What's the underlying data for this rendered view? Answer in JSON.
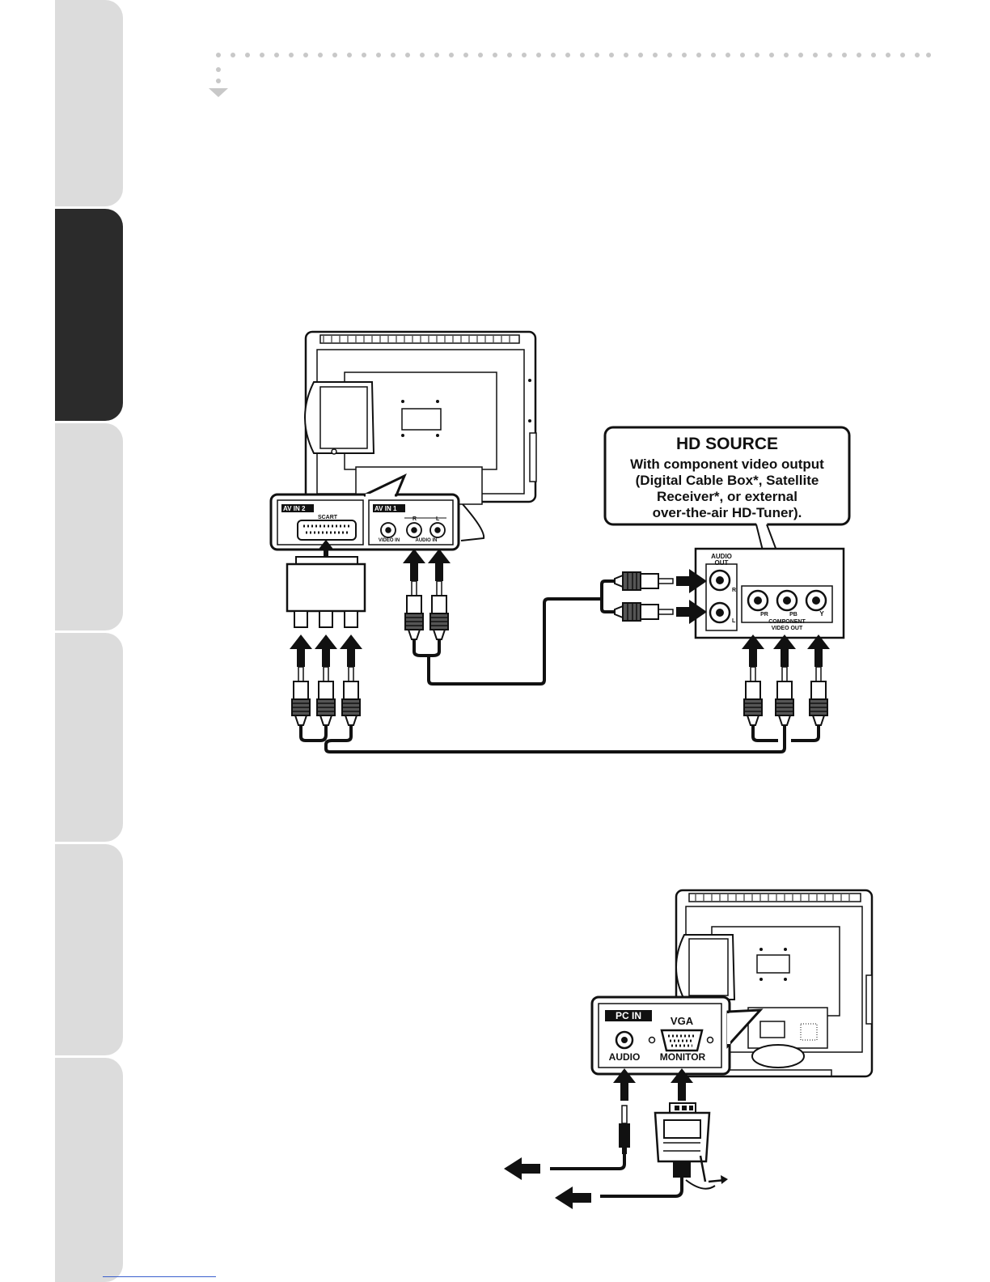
{
  "hd_source": {
    "title": "HD SOURCE",
    "line1": "With component video output",
    "line2": "(Digital Cable Box*, Satellite",
    "line3": "Receiver*, or external",
    "line4": "over-the-air HD-Tuner)."
  },
  "av_panel": {
    "av_in2": "AV IN 2",
    "scart": "SCART",
    "av_in1": "AV IN 1",
    "r": "R",
    "l": "L",
    "video_in": "VIDEO IN",
    "audio_in": "AUDIO IN"
  },
  "source_panel": {
    "audio_out_1": "AUDIO",
    "audio_out_2": "OUT",
    "r": "R",
    "l": "L",
    "pr": "PR",
    "pb": "PB",
    "y": "Y",
    "component_1": "COMPONENT",
    "component_2": "VIDEO OUT"
  },
  "pc_panel": {
    "pc_in": "PC IN",
    "vga": "VGA",
    "audio": "AUDIO",
    "monitor": "MONITOR"
  },
  "colors": {
    "ink": "#111111",
    "tab_light": "#dcdcdc",
    "tab_dark": "#2b2b2b",
    "dots": "#c8c8c8"
  }
}
